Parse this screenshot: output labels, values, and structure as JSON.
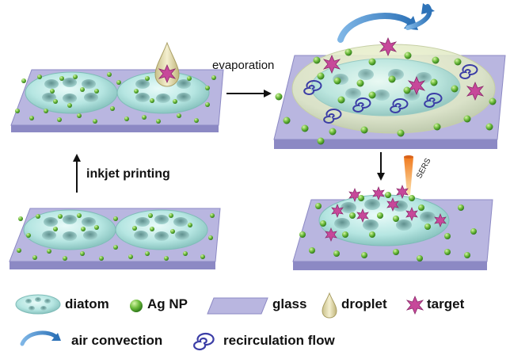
{
  "steps": {
    "evaporation": "evaporation",
    "inkjet_printing": "inkjet printing",
    "sers": "SERS"
  },
  "legend": {
    "diatom": "diatom",
    "ag_np": "Ag NP",
    "glass": "glass",
    "droplet": "droplet",
    "target": "target",
    "air_convection": "air convection",
    "recirculation_flow": "recirculation flow"
  },
  "colors": {
    "glass_top": "#b9b6e0",
    "glass_side": "#8c89c4",
    "diatom": "#b6e6e2",
    "ag_np": "#6dbb3c",
    "droplet": "#e3dcb0",
    "target": "#c7489a",
    "air_convection": "#3b87c8",
    "recirculation": "#3b3da6"
  }
}
